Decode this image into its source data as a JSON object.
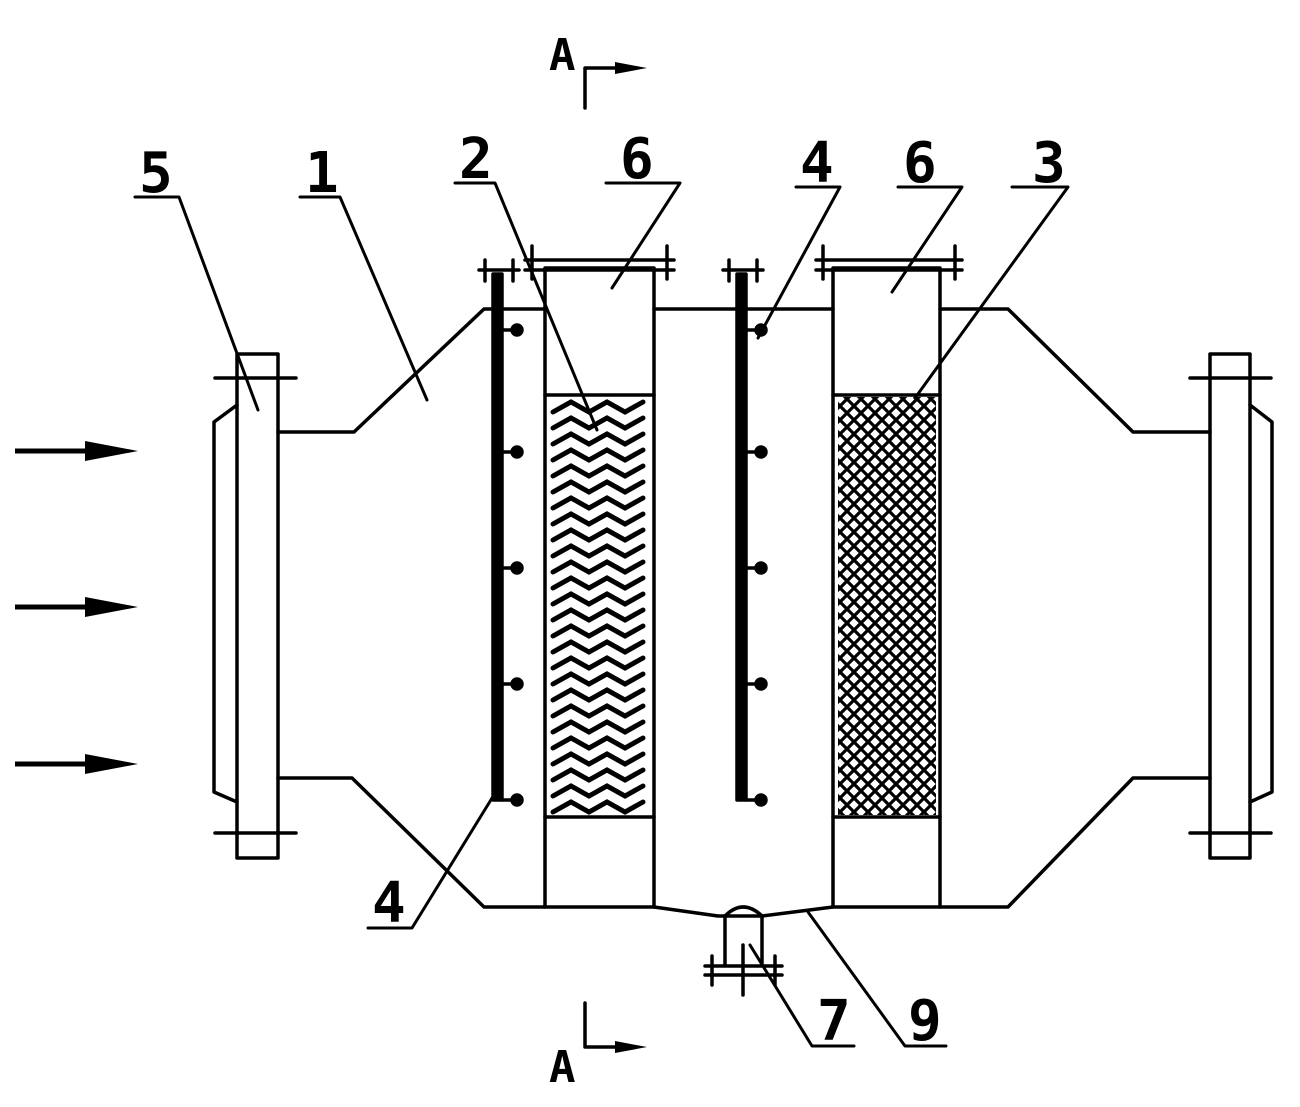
{
  "diagram": {
    "labels": {
      "l1": "1",
      "l2": "2",
      "l3": "3",
      "l4a": "4",
      "l4b": "4",
      "l5": "5",
      "l6a": "6",
      "l6b": "6",
      "l7": "7",
      "l9": "9"
    },
    "section": {
      "top": "A",
      "bottom": "A"
    },
    "colors": {
      "line": "#000000",
      "background": "#ffffff"
    }
  }
}
